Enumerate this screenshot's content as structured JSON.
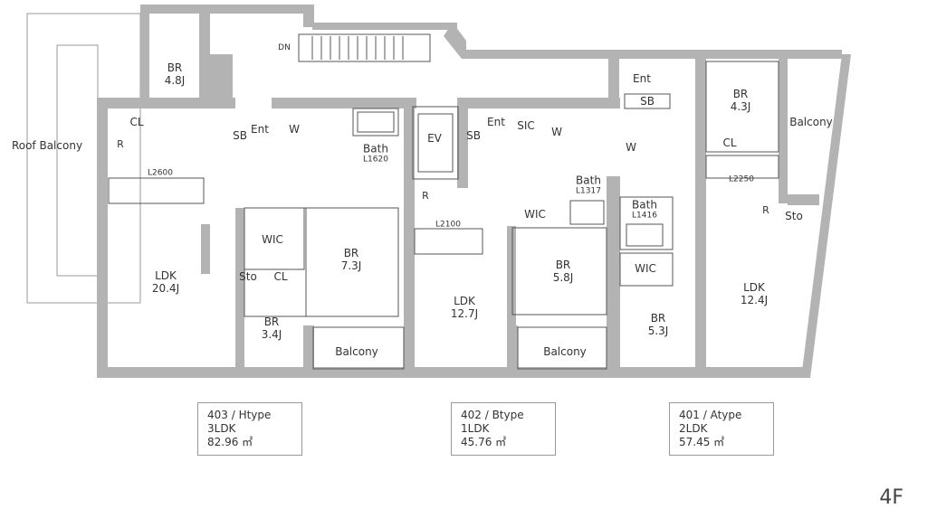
{
  "floor_label": "4F",
  "colors": {
    "wall": "#b3b3b3",
    "line": "#555555"
  },
  "stair_label": "DN",
  "outside": {
    "roof_balcony": "Roof Balcony"
  },
  "rooms": {
    "br48": {
      "name": "BR",
      "size": "4.8J"
    },
    "cl_403": "CL",
    "r_403": "R",
    "sb_403": "SB",
    "ent_403": "Ent",
    "w_403": "W",
    "bath_403": {
      "name": "Bath",
      "size": "L1620"
    },
    "kitchen_403": "L2600",
    "wic_403": "WIC",
    "br73": {
      "name": "BR",
      "size": "7.3J"
    },
    "sto_403": "Sto",
    "cl2_403": "CL",
    "ldk204": {
      "name": "LDK",
      "size": "20.4J"
    },
    "br34": {
      "name": "BR",
      "size": "3.4J"
    },
    "balcony_403": "Balcony",
    "ev": "EV",
    "sb_402": "SB",
    "ent_402": "Ent",
    "sic_402": "SIC",
    "w_402": "W",
    "r_402": "R",
    "bath_402": {
      "name": "Bath",
      "size": "L1317"
    },
    "wic_402": "WIC",
    "kitchen_402": "L2100",
    "br58": {
      "name": "BR",
      "size": "5.8J"
    },
    "ldk127": {
      "name": "LDK",
      "size": "12.7J"
    },
    "balcony_402": "Balcony",
    "ent_401": "Ent",
    "sb_401": "SB",
    "w_401": "W",
    "bath_401": {
      "name": "Bath",
      "size": "L1416"
    },
    "wic_401": "WIC",
    "br53": {
      "name": "BR",
      "size": "5.3J"
    },
    "br43": {
      "name": "BR",
      "size": "4.3J"
    },
    "balcony_401": "Balcony",
    "cl_401": "CL",
    "kitchen_401": "L2250",
    "r_401": "R",
    "sto_401": "Sto",
    "ldk124": {
      "name": "LDK",
      "size": "12.4J"
    }
  },
  "units": [
    {
      "id": "403 / Htype",
      "layout": "3LDK",
      "area": "82.96 ㎡"
    },
    {
      "id": "402 / Btype",
      "layout": "1LDK",
      "area": "45.76 ㎡"
    },
    {
      "id": "401 / Atype",
      "layout": "2LDK",
      "area": "57.45 ㎡"
    }
  ]
}
